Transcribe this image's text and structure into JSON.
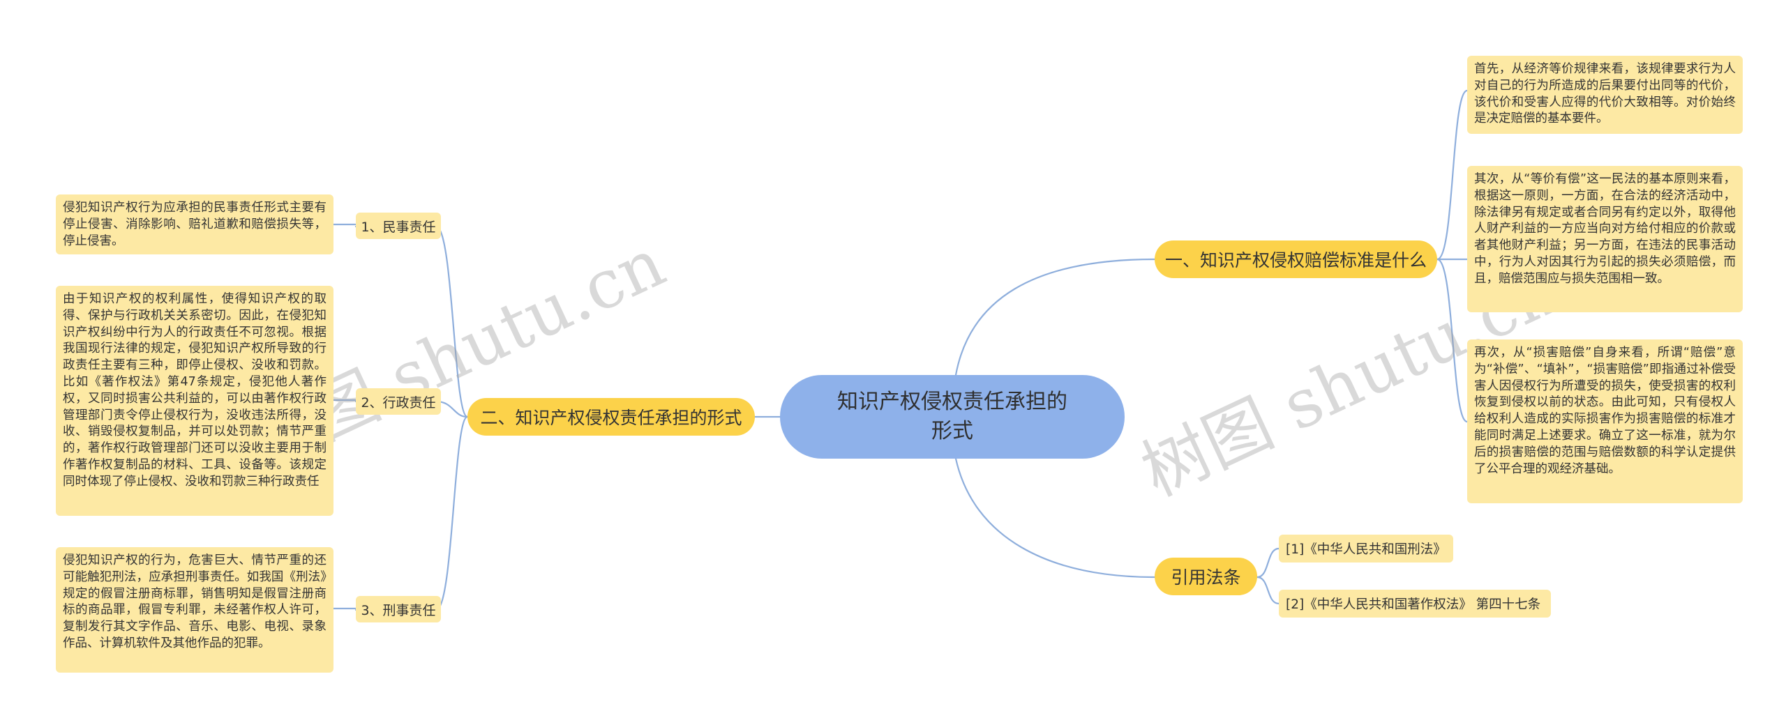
{
  "root": {
    "title": "知识产权侵权责任承担的形式"
  },
  "left_branch": {
    "label": "二、知识产权侵权责任承担的形式",
    "items": [
      {
        "label": "1、民事责任",
        "detail": "侵犯知识产权行为应承担的民事责任形式主要有停止侵害、消除影响、赔礼道歉和赔偿损失等，停止侵害。"
      },
      {
        "label": "2、行政责任",
        "detail": "由于知识产权的权利属性，使得知识产权的取得、保护与行政机关关系密切。因此，在侵犯知识产权纠纷中行为人的行政责任不可忽视。根据我国现行法律的规定，侵犯知识产权所导致的行政责任主要有三种，即停止侵权、没收和罚款。比如《著作权法》第47条规定，侵犯他人著作权，又同时损害公共利益的，可以由著作权行政管理部门责令停止侵权行为，没收违法所得，没收、销毁侵权复制品，并可以处罚款；情节严重的，著作权行政管理部门还可以没收主要用于制作著作权复制品的材料、工具、设备等。该规定同时体现了停止侵权、没收和罚款三种行政责任"
      },
      {
        "label": "3、刑事责任",
        "detail": "侵犯知识产权的行为，危害巨大、情节严重的还可能触犯刑法，应承担刑事责任。如我国《刑法》规定的假冒注册商标罪，销售明知是假冒注册商标的商品罪，假冒专利罪，未经著作权人许可，复制发行其文字作品、音乐、电影、电视、录象作品、计算机软件及其他作品的犯罪。"
      }
    ]
  },
  "right_branch": {
    "label": "一、知识产权侵权赔偿标准是什么",
    "items": [
      "首先，从经济等价规律来看，该规律要求行为人对自己的行为所造成的后果要付出同等的代价，该代价和受害人应得的代价大致相等。对价始终是决定赔偿的基本要件。",
      "其次，从“等价有偿”这一民法的基本原则来看，根据这一原则，一方面，在合法的经济活动中，除法律另有规定或者合同另有约定以外，取得他人财产利益的一方应当向对方给付相应的价款或者其他财产利益；另一方面，在违法的民事活动中，行为人对因其行为引起的损失必须赔偿，而且，赔偿范围应与损失范围相一致。",
      "再次，从“损害赔偿”自身来看，所谓“赔偿”意为“补偿”、“填补”，“损害赔偿”即指通过补偿受害人因侵权行为所遭受的损失，使受损害的权利恢复到侵权以前的状态。由此可知，只有侵权人给权利人造成的实际损害作为损害赔偿的标准才能同时满足上述要求。确立了这一标准，就为尔后的损害赔偿的范围与赔偿数额的科学认定提供了公平合理的观经济基础。"
    ]
  },
  "citations": {
    "label": "引用法条",
    "items": [
      "[1]《中华人民共和国刑法》",
      "[2]《中华人民共和国著作权法》 第四十七条"
    ]
  },
  "watermark": "树图 shutu.cn",
  "colors": {
    "root_fill": "#8eb1ea",
    "branch_fill": "#fcd24a",
    "leaf_fill": "#fde9a4",
    "connector": "#8eaedc"
  }
}
